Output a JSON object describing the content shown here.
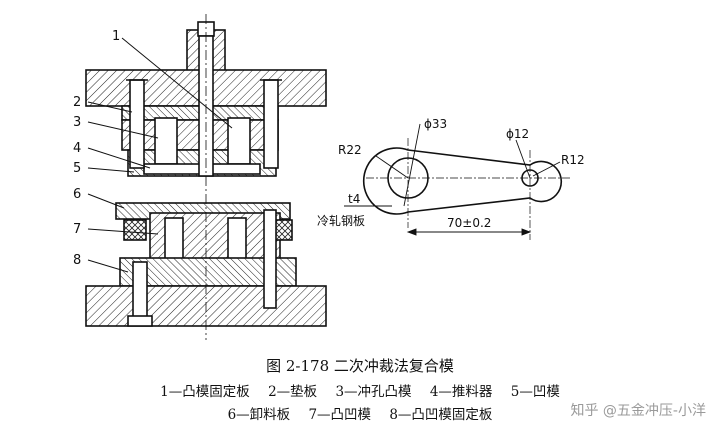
{
  "figure": {
    "title": "图 2-178 二次冲裁法复合模",
    "legend_line1": [
      "1—凸模固定板",
      "2—垫板",
      "3—冲孔凸模",
      "4—推料器",
      "5—凹模"
    ],
    "legend_line2": [
      "6—卸料板",
      "7—凸凹模",
      "8—凸凹模固定板"
    ]
  },
  "die_callouts": [
    "1",
    "2",
    "3",
    "4",
    "5",
    "6",
    "7",
    "8"
  ],
  "part_drawing": {
    "radius_large": "R22",
    "dia_large": "ϕ33",
    "dia_small": "ϕ12",
    "radius_small": "R12",
    "thickness": "t4",
    "material": "冷轧钢板",
    "center_distance": "70±0.2"
  },
  "watermark": "知乎 @五金冲压-小洋"
}
